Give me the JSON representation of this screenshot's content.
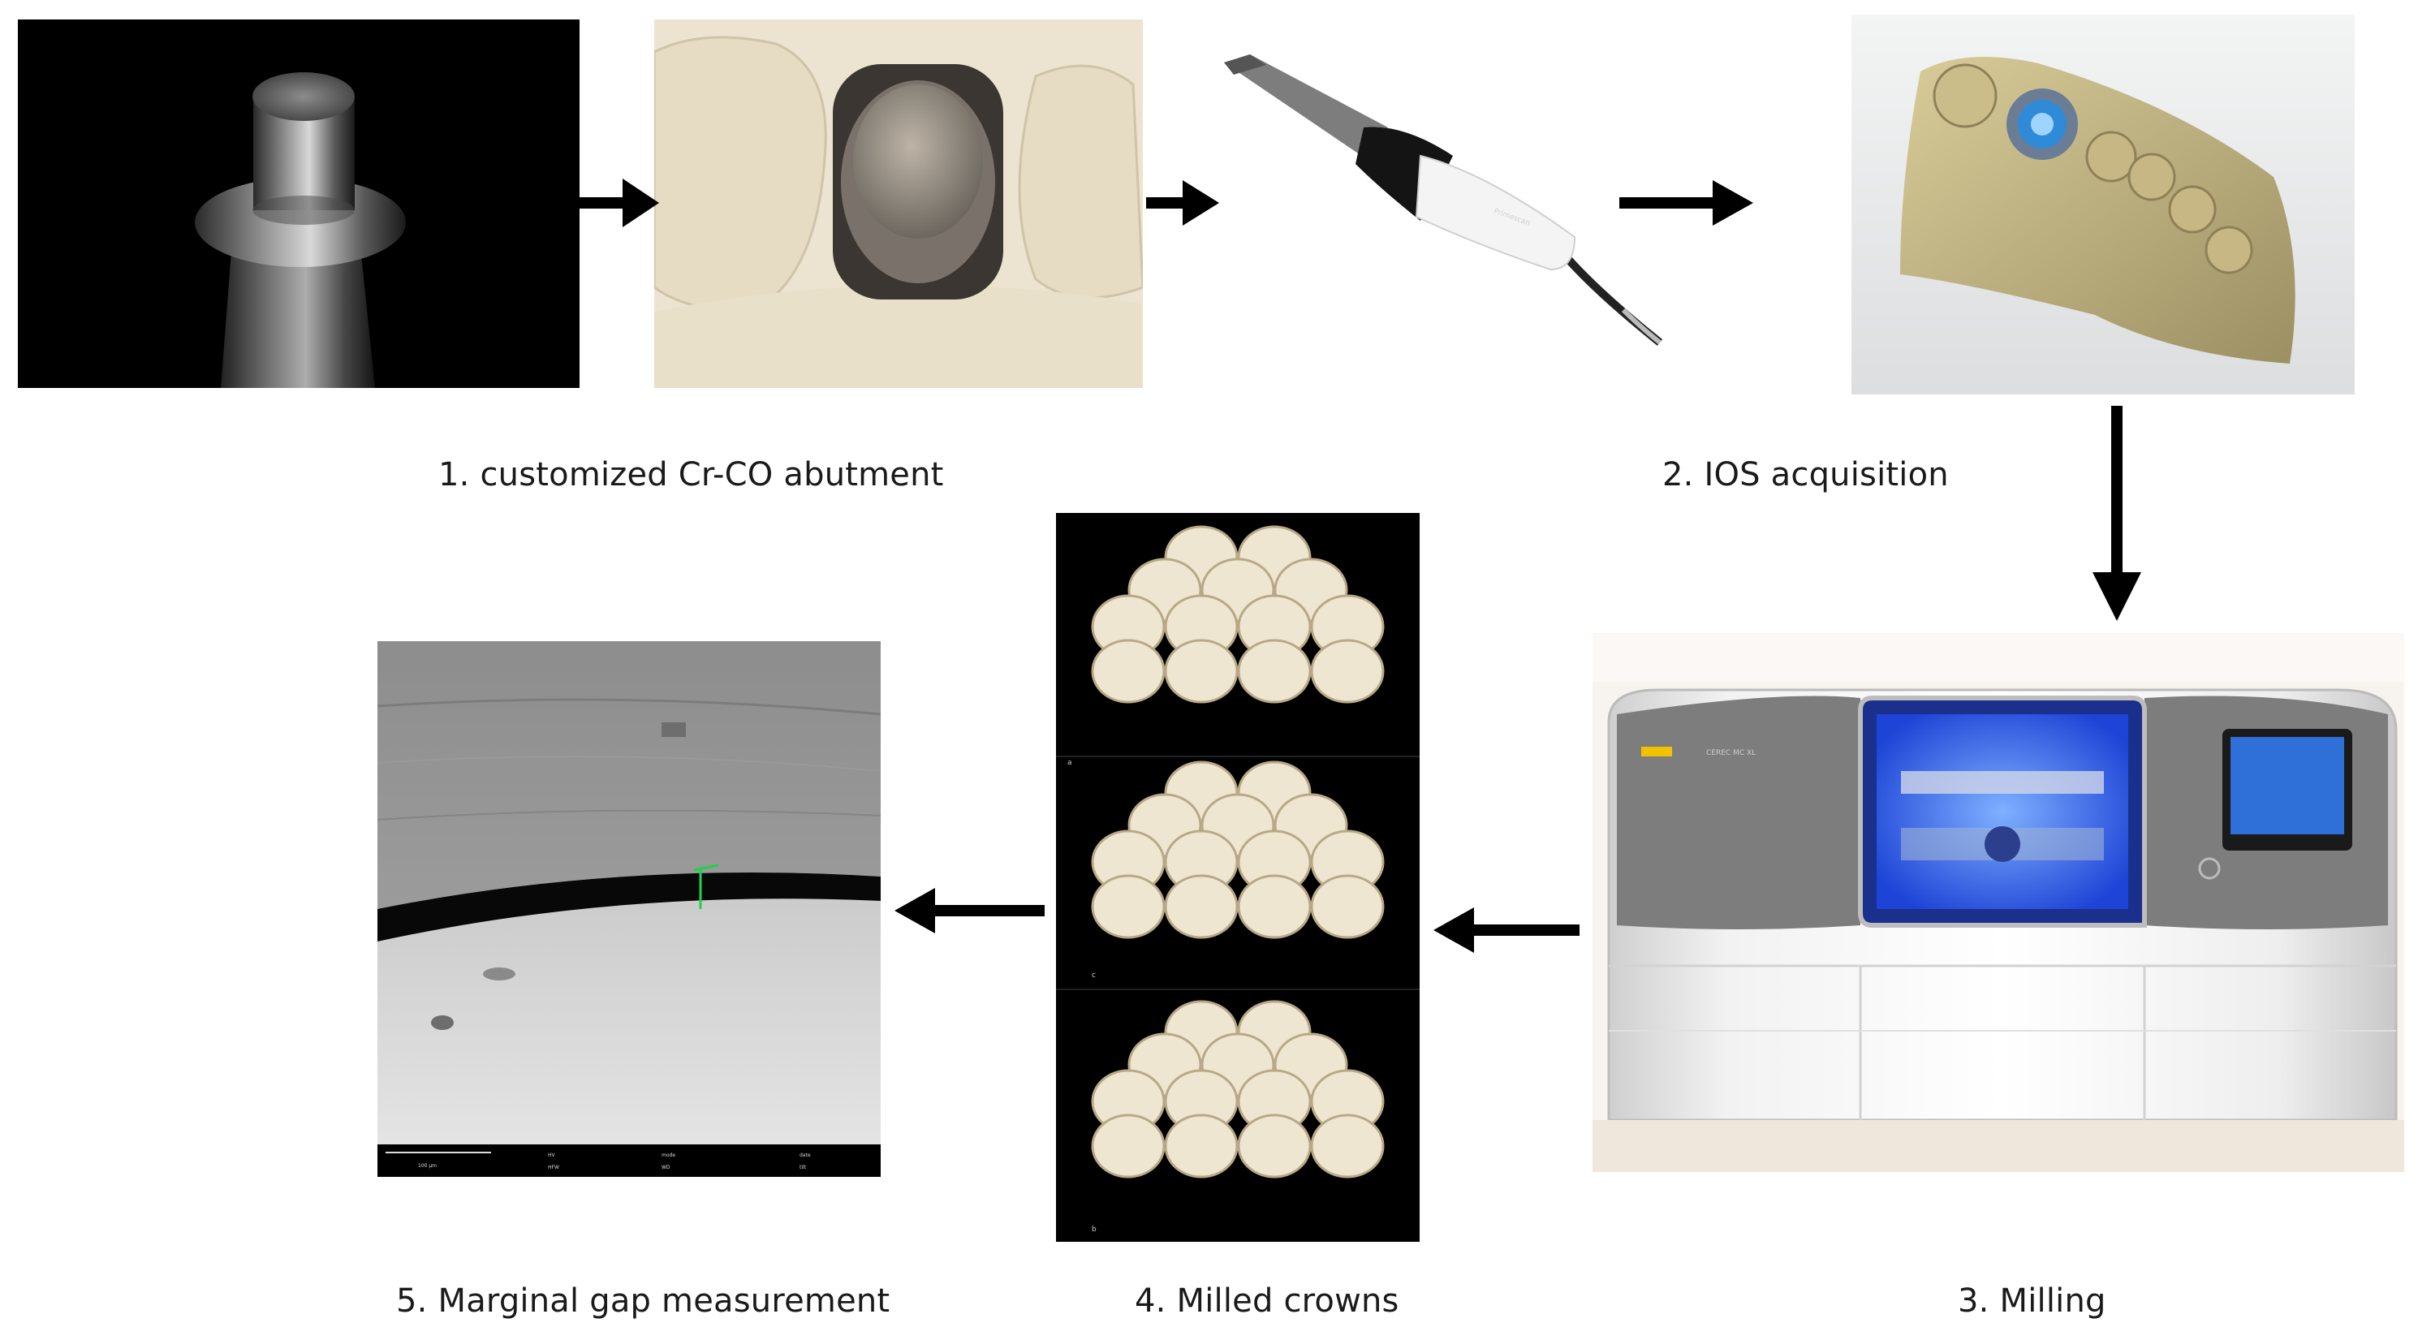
{
  "steps": {
    "step1": {
      "caption": "1. customized Cr-CO abutment"
    },
    "step2": {
      "caption": "2. IOS acquisition"
    },
    "step3": {
      "caption": "3. Milling"
    },
    "step4": {
      "caption": "4. Milled crowns"
    },
    "step5": {
      "caption": "5. Marginal gap measurement"
    }
  },
  "panel_labels": {
    "crowns_a": "a",
    "crowns_b": "c",
    "crowns_c": "b"
  },
  "colors": {
    "arrow": "#000000",
    "plaster": "#e8dcc3",
    "gypsum_model": "#cfc39a",
    "milling_blue": "#2a66ff",
    "crown": "#efe6d2"
  }
}
